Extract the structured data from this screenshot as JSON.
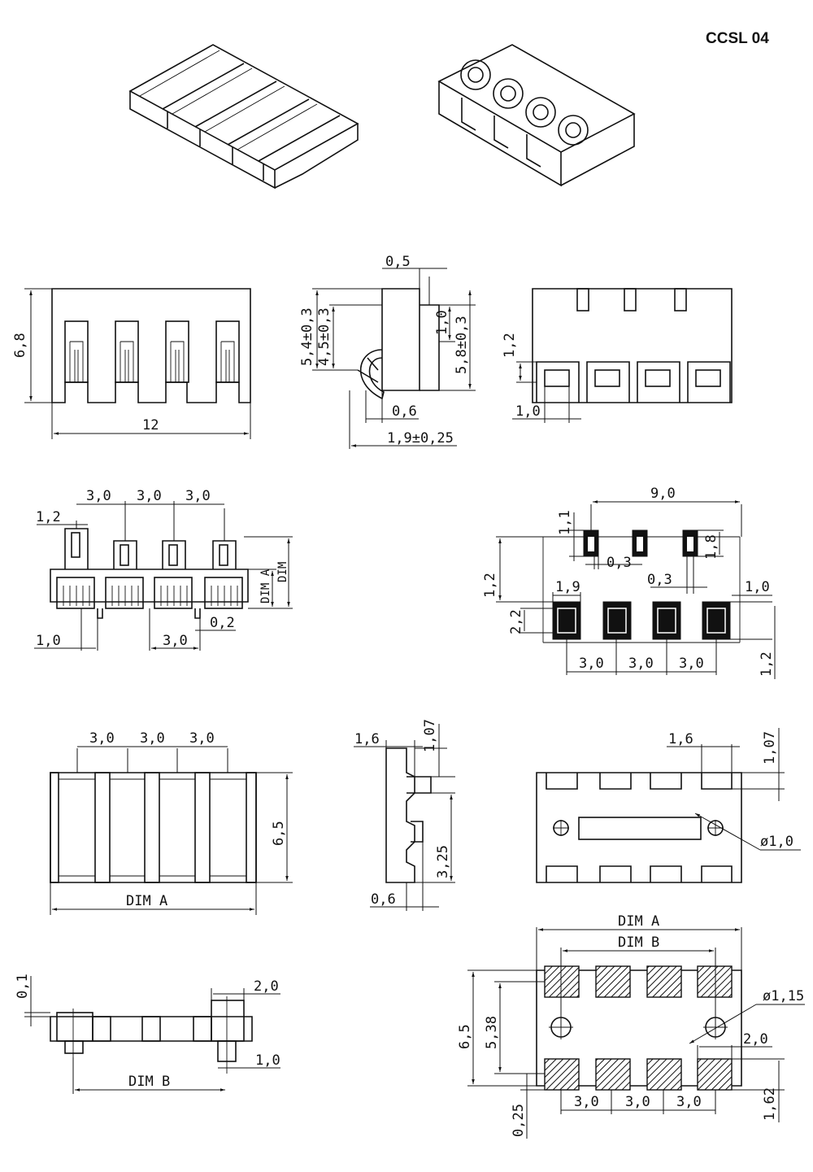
{
  "title": "CCSL 04",
  "labels": {
    "side_height": "6,8",
    "side_width": "12",
    "prof_top": "0,5",
    "prof_h1": "5,4±0,3",
    "prof_h2": "4,5±0,3",
    "prof_h3": "1,0",
    "prof_h4": "5,8±0,3",
    "prof_b1": "0,6",
    "prof_b2": "1,9±0,25",
    "back_h": "1,2",
    "back_w": "1,0",
    "front_p1": "3,0",
    "front_p2": "3,0",
    "front_p3": "3,0",
    "front_pin": "1,2",
    "front_dima": "DIM A",
    "front_dim": "DIM",
    "front_b1": "1,0",
    "front_b2": "3,0",
    "front_b3": "0,2",
    "pad_w": "9,0",
    "pad_a": "1,1",
    "pad_b": "0,3",
    "pad_c": "1,8",
    "pad_d": "0,3",
    "pad_e": "1,2",
    "pad_f": "1,9",
    "pad_g": "1,0",
    "pad_h": "2,2",
    "pad_p1": "3,0",
    "pad_p2": "3,0",
    "pad_p3": "3,0",
    "pad_i": "1,2",
    "top_p1": "3,0",
    "top_p2": "3,0",
    "top_p3": "3,0",
    "top_h": "6,5",
    "top_dima": "DIM A",
    "s2_a": "1,6",
    "s2_b": "1,07",
    "s2_c": "3,25",
    "s2_d": "0,6",
    "bot_a": "1,6",
    "bot_b": "1,07",
    "bot_hole": "ø1,0",
    "fr2_a": "0,1",
    "fr2_b": "2,0",
    "fr2_c": "1,0",
    "fr2_dimb": "DIM B",
    "fp_dima": "DIM A",
    "fp_dimb": "DIM B",
    "fp_hole": "ø1,15",
    "fp_h1": "6,5",
    "fp_h2": "5,38",
    "fp_c": "2,0",
    "fp_p1": "3,0",
    "fp_p2": "3,0",
    "fp_p3": "3,0",
    "fp_d": "0,25",
    "fp_e": "1,62"
  }
}
